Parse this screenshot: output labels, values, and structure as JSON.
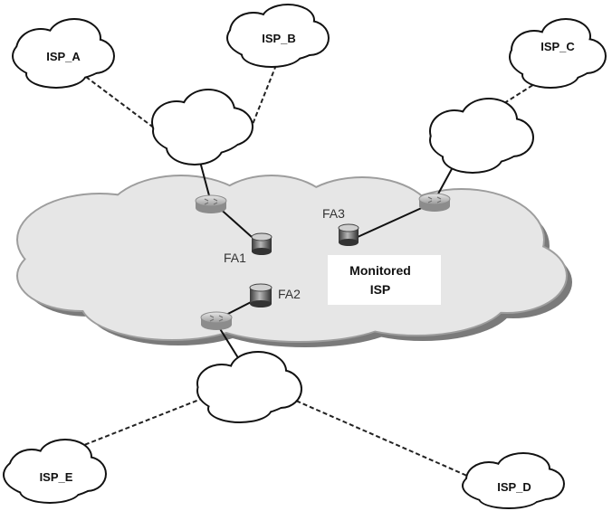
{
  "diagram": {
    "isp_a": "ISP_A",
    "isp_b": "ISP_B",
    "isp_c": "ISP_C",
    "isp_d": "ISP_D",
    "isp_e": "ISP_E",
    "fa1": "FA1",
    "fa2": "FA2",
    "fa3": "FA3",
    "monitored_line1": "Monitored",
    "monitored_line2": "ISP"
  }
}
